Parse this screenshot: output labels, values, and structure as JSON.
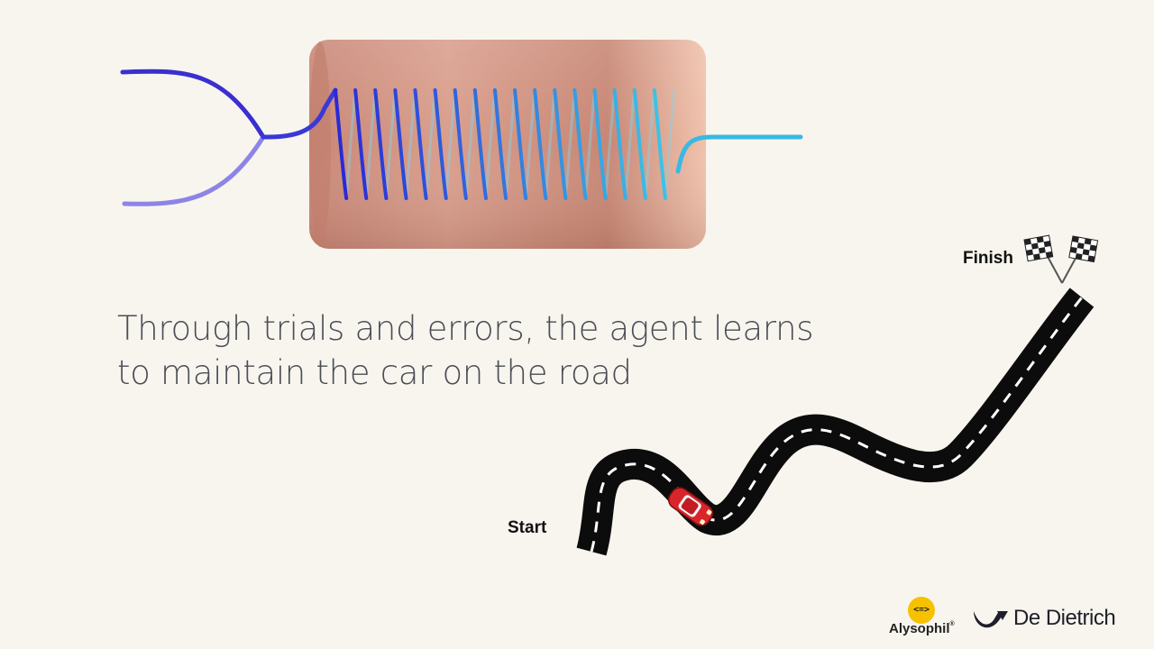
{
  "caption": {
    "line1": "Through trials and errors, the agent learns",
    "line2": "to maintain the car on the road"
  },
  "road": {
    "start_label": "Start",
    "finish_label": "Finish"
  },
  "logos": {
    "alysophil_badge": "<=>",
    "alysophil_name": "Alysophil",
    "alysophil_mark": "®",
    "dedietrich_name": "De Dietrich"
  },
  "icons": {
    "flags": "checkered-flags-icon",
    "car": "red-car-icon",
    "reactor": "coil-reactor-illustration"
  },
  "colors": {
    "background": "#f8f5ee",
    "reactor_body": "#cf8f7d",
    "coil_dark_blue": "#2b2fd6",
    "coil_light_blue": "#36b6e0",
    "road": "#0c0c0c",
    "road_dash": "#ffffff",
    "car": "#d8252b",
    "alysophil_yellow": "#f6c200"
  }
}
